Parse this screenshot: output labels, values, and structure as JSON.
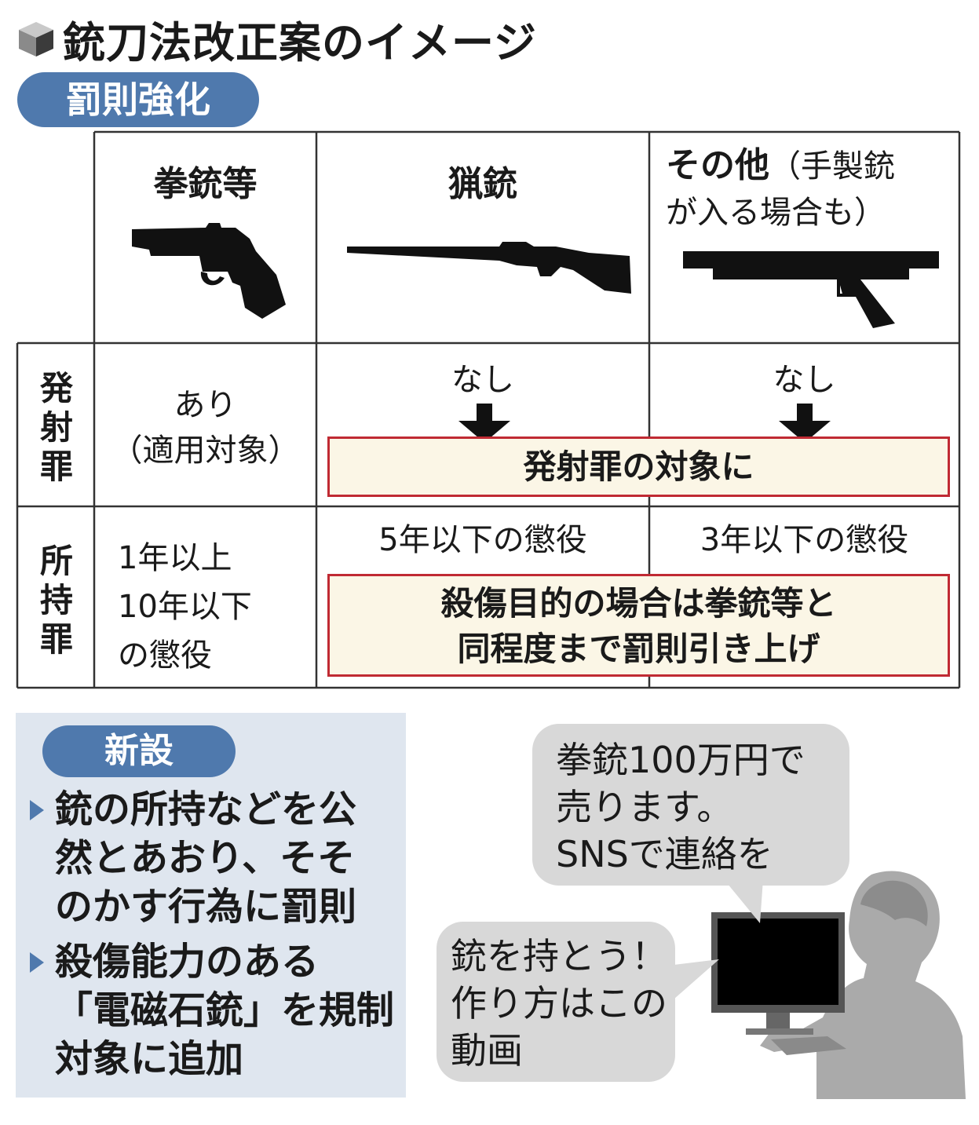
{
  "title": "銃刀法改正案のイメージ",
  "section_penalty": "罰則強化",
  "columns": {
    "handgun": "拳銃等",
    "hunting": "猟銃",
    "other_main": "その他",
    "other_note_1": "（手製銃",
    "other_note_2": "が入る場合も）"
  },
  "rows": {
    "firing": "発射罪",
    "possession": "所持罪"
  },
  "firing": {
    "handgun_1": "あり",
    "handgun_2": "（適用対象）",
    "hunting": "なし",
    "other": "なし",
    "change": "発射罪の対象に"
  },
  "possession": {
    "handgun_1": "1年以上",
    "handgun_2": "10年以下",
    "handgun_3": "の懲役",
    "hunting": "5年以下の懲役",
    "other": "3年以下の懲役",
    "change_1": "殺傷目的の場合は拳銃等と",
    "change_2": "同程度まで罰則引き上げ"
  },
  "section_new": "新設",
  "new_items": [
    {
      "lines": [
        "銃の所持などを公",
        "然とあおり、そそ",
        "のかす行為に罰則"
      ]
    },
    {
      "lines": [
        "殺傷能力のある",
        "「電磁石銃」を規制",
        "対象に追加"
      ]
    }
  ],
  "bubble_top": [
    "拳銃100万円で",
    "売ります。",
    "SNSで連絡を"
  ],
  "bubble_left": [
    "銃を持とう！",
    "作り方はこの",
    "動画"
  ],
  "colors": {
    "accent_blue": "#4f79ad",
    "highlight_border": "#c02a33",
    "highlight_fill": "#fbf6e6",
    "panel_bg": "#dfe6ef",
    "bubble_bg": "#d8d8d8"
  },
  "icons": [
    "cube-icon",
    "revolver-icon",
    "rifle-icon",
    "homemade-gun-icon",
    "down-arrow-icon",
    "person-at-computer-icon"
  ]
}
